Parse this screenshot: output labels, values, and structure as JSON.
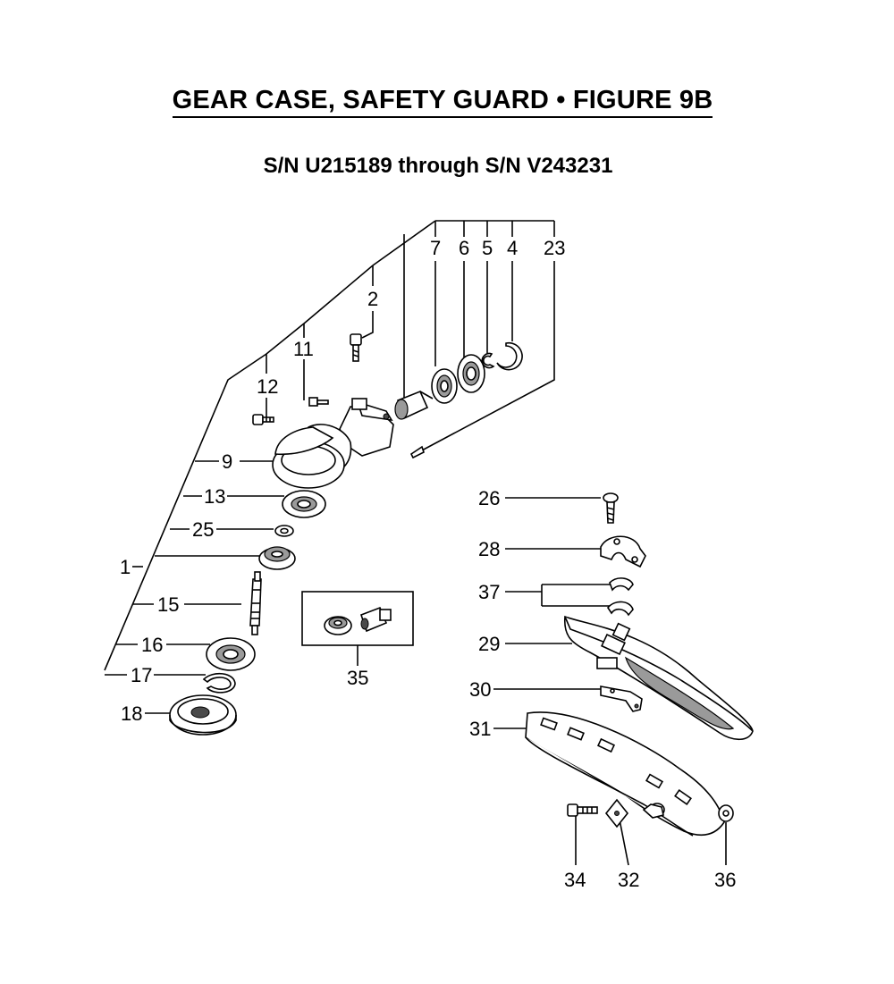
{
  "header": {
    "title": "GEAR CASE, SAFETY GUARD •  FIGURE 9B",
    "subtitle": "S/N U215189 through S/N V243231"
  },
  "callouts": {
    "p1": "1",
    "p2": "2",
    "p4": "4",
    "p5": "5",
    "p6": "6",
    "p7": "7",
    "p9": "9",
    "p11": "11",
    "p12": "12",
    "p13": "13",
    "p15": "15",
    "p16": "16",
    "p17": "17",
    "p18": "18",
    "p23": "23",
    "p25": "25",
    "p26": "26",
    "p28": "28",
    "p29": "29",
    "p30": "30",
    "p31": "31",
    "p32": "32",
    "p34": "34",
    "p35": "35",
    "p36": "36",
    "p37": "37"
  }
}
